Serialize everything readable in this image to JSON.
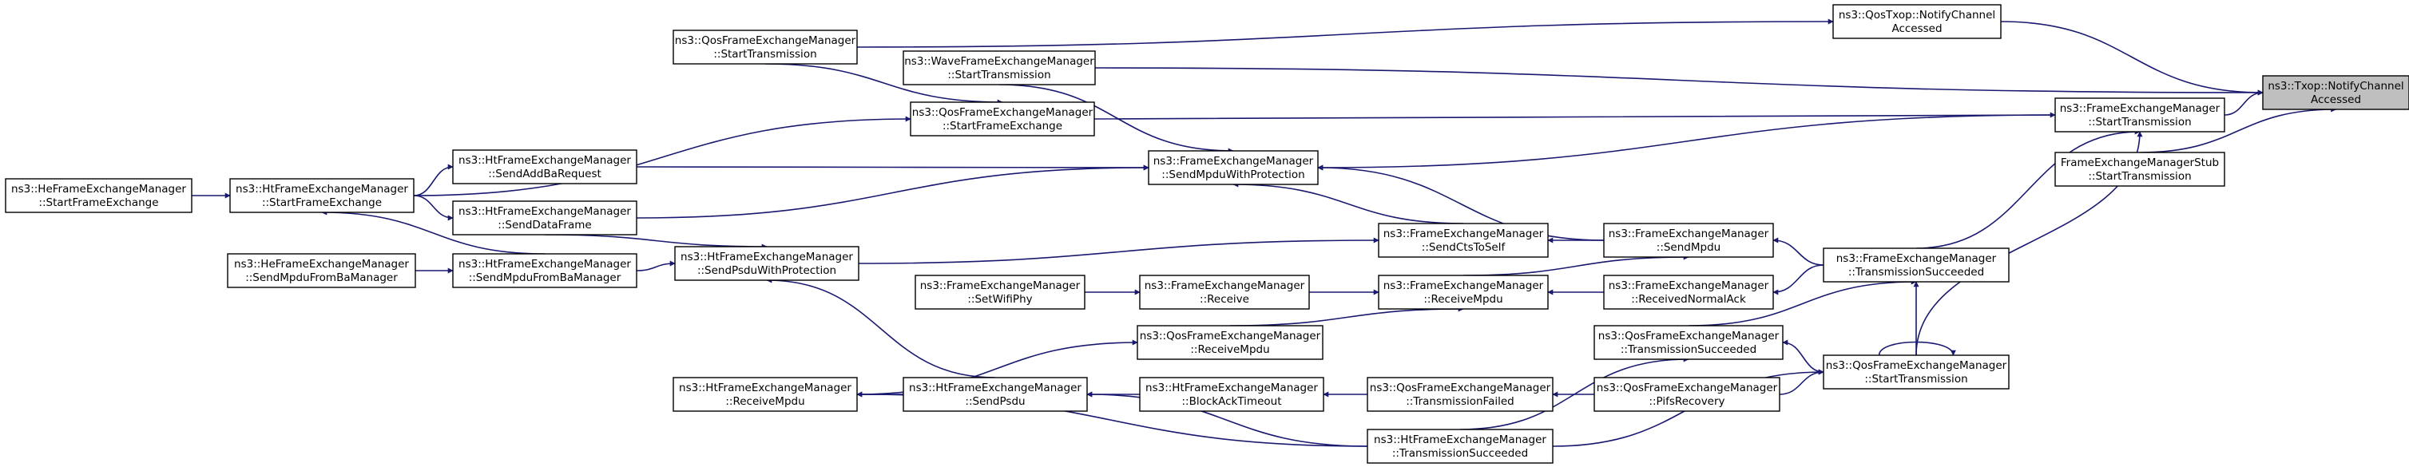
{
  "diagram": {
    "type": "call-graph",
    "colors": {
      "edge": "#191970",
      "node_border": "#000000",
      "focus_fill": "#bfbfbf",
      "background": "#ffffff"
    },
    "focus_node": "txop_notify",
    "nodes": {
      "txop_notify": {
        "lines": [
          "ns3::Txop::NotifyChannel",
          "Accessed"
        ]
      },
      "qostxop_notify": {
        "lines": [
          "ns3::QosTxop::NotifyChannel",
          "Accessed"
        ]
      },
      "qos_start_tx_top": {
        "lines": [
          "ns3::QosFrameExchangeManager",
          "::StartTransmission"
        ]
      },
      "wave_start_tx": {
        "lines": [
          "ns3::WaveFrameExchangeManager",
          "::StartTransmission"
        ]
      },
      "fem_start_tx": {
        "lines": [
          "ns3::FrameExchangeManager",
          "::StartTransmission"
        ]
      },
      "stub_start_tx": {
        "lines": [
          "FrameExchangeManagerStub",
          "::StartTransmission"
        ]
      },
      "qos_start_fe": {
        "lines": [
          "ns3::QosFrameExchangeManager",
          "::StartFrameExchange"
        ]
      },
      "he_start_fe": {
        "lines": [
          "ns3::HeFrameExchangeManager",
          "::StartFrameExchange"
        ]
      },
      "ht_start_fe": {
        "lines": [
          "ns3::HtFrameExchangeManager",
          "::StartFrameExchange"
        ]
      },
      "ht_send_addba": {
        "lines": [
          "ns3::HtFrameExchangeManager",
          "::SendAddBaRequest"
        ]
      },
      "fem_send_prot": {
        "lines": [
          "ns3::FrameExchangeManager",
          "::SendMpduWithProtection"
        ]
      },
      "ht_send_data": {
        "lines": [
          "ns3::HtFrameExchangeManager",
          "::SendDataFrame"
        ]
      },
      "fem_send_cts": {
        "lines": [
          "ns3::FrameExchangeManager",
          "::SendCtsToSelf"
        ]
      },
      "fem_send_mpdu": {
        "lines": [
          "ns3::FrameExchangeManager",
          "::SendMpdu"
        ]
      },
      "fem_tx_succ": {
        "lines": [
          "ns3::FrameExchangeManager",
          "::TransmissionSucceeded"
        ]
      },
      "he_send_ba": {
        "lines": [
          "ns3::HeFrameExchangeManager",
          "::SendMpduFromBaManager"
        ]
      },
      "ht_send_ba": {
        "lines": [
          "ns3::HtFrameExchangeManager",
          "::SendMpduFromBaManager"
        ]
      },
      "ht_send_psdu_prot": {
        "lines": [
          "ns3::HtFrameExchangeManager",
          "::SendPsduWithProtection"
        ]
      },
      "fem_set_phy": {
        "lines": [
          "ns3::FrameExchangeManager",
          "::SetWifiPhy"
        ]
      },
      "fem_receive": {
        "lines": [
          "ns3::FrameExchangeManager",
          "::Receive"
        ]
      },
      "fem_recv_mpdu": {
        "lines": [
          "ns3::FrameExchangeManager",
          "::ReceiveMpdu"
        ]
      },
      "fem_recv_ack": {
        "lines": [
          "ns3::FrameExchangeManager",
          "::ReceivedNormalAck"
        ]
      },
      "qos_recv_mpdu": {
        "lines": [
          "ns3::QosFrameExchangeManager",
          "::ReceiveMpdu"
        ]
      },
      "qos_tx_succ": {
        "lines": [
          "ns3::QosFrameExchangeManager",
          "::TransmissionSucceeded"
        ]
      },
      "qos_start_tx": {
        "lines": [
          "ns3::QosFrameExchangeManager",
          "::StartTransmission"
        ]
      },
      "ht_recv_mpdu": {
        "lines": [
          "ns3::HtFrameExchangeManager",
          "::ReceiveMpdu"
        ]
      },
      "ht_send_psdu": {
        "lines": [
          "ns3::HtFrameExchangeManager",
          "::SendPsdu"
        ]
      },
      "ht_blockack": {
        "lines": [
          "ns3::HtFrameExchangeManager",
          "::BlockAckTimeout"
        ]
      },
      "qos_tx_failed": {
        "lines": [
          "ns3::QosFrameExchangeManager",
          "::TransmissionFailed"
        ]
      },
      "qos_pifs": {
        "lines": [
          "ns3::QosFrameExchangeManager",
          "::PifsRecovery"
        ]
      },
      "ht_tx_succ": {
        "lines": [
          "ns3::HtFrameExchangeManager",
          "::TransmissionSucceeded"
        ]
      }
    },
    "edges": [
      [
        "qostxop_notify",
        "txop_notify"
      ],
      [
        "wave_start_tx",
        "txop_notify"
      ],
      [
        "fem_start_tx",
        "txop_notify"
      ],
      [
        "stub_start_tx",
        "txop_notify"
      ],
      [
        "qos_start_tx_top",
        "qostxop_notify"
      ],
      [
        "qos_start_fe",
        "fem_start_tx"
      ],
      [
        "fem_tx_succ",
        "fem_start_tx"
      ],
      [
        "qos_start_tx",
        "fem_start_tx"
      ],
      [
        "fem_start_tx",
        "fem_send_prot"
      ],
      [
        "wave_start_tx",
        "fem_send_prot"
      ],
      [
        "ht_send_addba",
        "fem_send_prot"
      ],
      [
        "ht_send_data",
        "fem_send_prot"
      ],
      [
        "fem_send_cts",
        "fem_send_prot"
      ],
      [
        "fem_send_mpdu",
        "fem_send_prot"
      ],
      [
        "qos_start_tx_top",
        "qos_start_fe"
      ],
      [
        "ht_start_fe",
        "qos_start_fe"
      ],
      [
        "he_start_fe",
        "ht_start_fe"
      ],
      [
        "ht_start_fe",
        "ht_send_addba"
      ],
      [
        "ht_start_fe",
        "ht_send_data"
      ],
      [
        "ht_send_ba",
        "ht_start_fe"
      ],
      [
        "he_send_ba",
        "ht_send_ba"
      ],
      [
        "ht_send_data",
        "ht_send_psdu_prot"
      ],
      [
        "ht_send_ba",
        "ht_send_psdu_prot"
      ],
      [
        "ht_send_psdu_prot",
        "fem_send_cts"
      ],
      [
        "fem_send_mpdu",
        "fem_send_cts"
      ],
      [
        "fem_tx_succ",
        "fem_send_mpdu"
      ],
      [
        "fem_recv_mpdu",
        "fem_send_mpdu"
      ],
      [
        "fem_set_phy",
        "fem_receive"
      ],
      [
        "fem_receive",
        "fem_recv_mpdu"
      ],
      [
        "qos_recv_mpdu",
        "fem_recv_mpdu"
      ],
      [
        "fem_recv_ack",
        "fem_recv_mpdu"
      ],
      [
        "fem_tx_succ",
        "fem_recv_ack"
      ],
      [
        "qos_tx_succ",
        "fem_tx_succ"
      ],
      [
        "qos_start_tx",
        "fem_tx_succ"
      ],
      [
        "qos_start_tx",
        "qos_start_tx"
      ],
      [
        "qos_start_tx",
        "qos_tx_succ"
      ],
      [
        "qos_pifs",
        "qos_start_tx"
      ],
      [
        "ht_tx_succ",
        "qos_start_tx"
      ],
      [
        "ht_recv_mpdu",
        "qos_recv_mpdu"
      ],
      [
        "ht_send_psdu",
        "ht_recv_mpdu"
      ],
      [
        "ht_send_psdu",
        "ht_send_psdu_prot"
      ],
      [
        "ht_blockack",
        "ht_send_psdu"
      ],
      [
        "qos_tx_failed",
        "ht_blockack"
      ],
      [
        "qos_pifs",
        "qos_tx_failed"
      ],
      [
        "ht_tx_succ",
        "qos_tx_succ"
      ],
      [
        "ht_tx_succ",
        "ht_send_psdu"
      ],
      [
        "ht_tx_succ",
        "ht_recv_mpdu"
      ]
    ]
  }
}
